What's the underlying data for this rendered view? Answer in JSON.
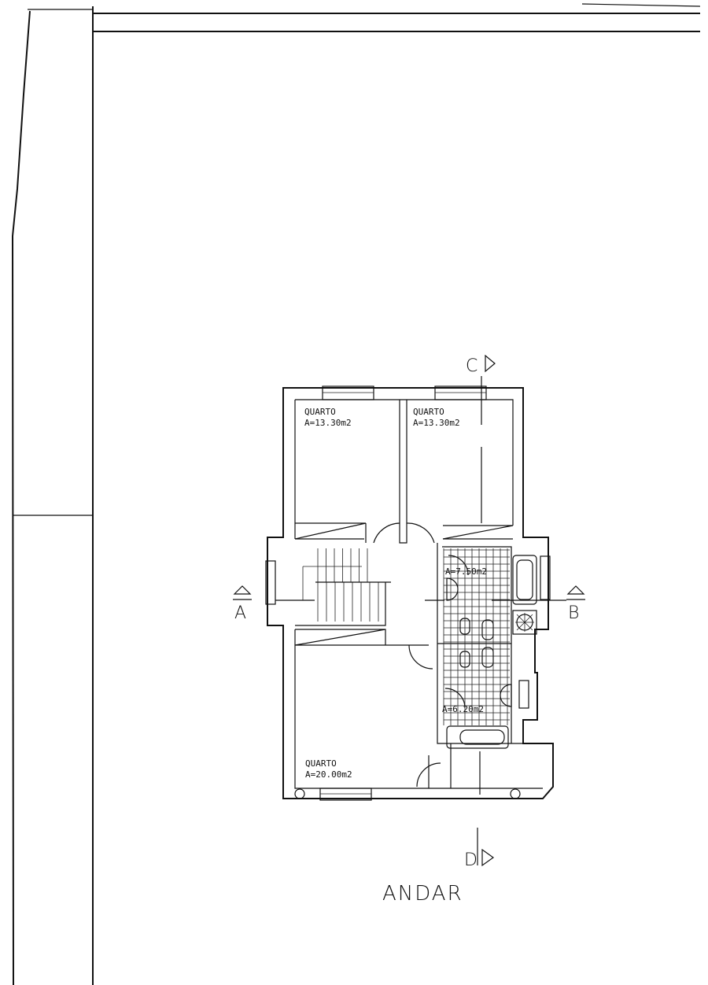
{
  "plan": {
    "title": "ANDAR",
    "rooms": [
      {
        "name": "QUARTO",
        "area": "A=13.30m2"
      },
      {
        "name": "QUARTO",
        "area": "A=13.30m2"
      },
      {
        "name": "QUARTO",
        "area": "A=20.00m2"
      }
    ],
    "bathrooms": [
      {
        "area": "A=7.50m2"
      },
      {
        "area": "A=6.20m2"
      }
    ],
    "section_marks": {
      "a": "A",
      "b": "B",
      "c": "C",
      "d": "D"
    }
  }
}
